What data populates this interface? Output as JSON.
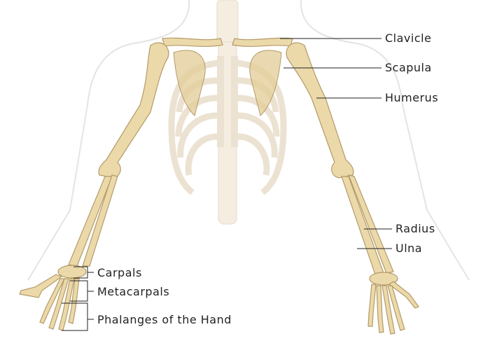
{
  "labels": {
    "clavicle": "Clavicle",
    "scapula": "Scapula",
    "humerus": "Humerus",
    "radius": "Radius",
    "ulna": "Ulna",
    "carpals": "Carpals",
    "metacarpals": "Metacarpals",
    "phalanges": "Phalanges of the Hand"
  },
  "colors": {
    "bone": "#ecd9aa",
    "bone_outline": "#b39a68",
    "faded_bone": "#f4ede0",
    "body_outline": "#e2e2e2",
    "leader": "#222222"
  }
}
